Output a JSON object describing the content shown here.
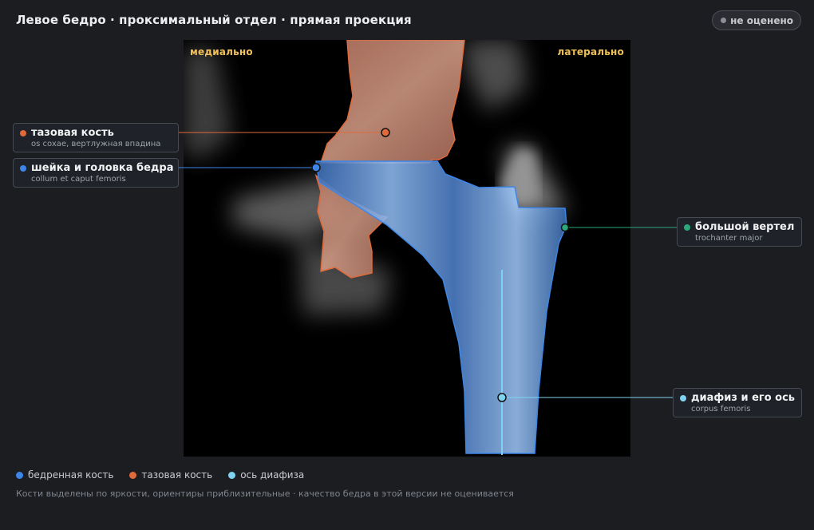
{
  "header": {
    "title": "Левое бедро · проксимальный отдел · прямая проекция",
    "status": "не оценено"
  },
  "viewer": {
    "orientation_left": "медиально",
    "orientation_right": "латерально"
  },
  "landmarks": {
    "pelvis": {
      "name": "тазовая кость",
      "latin": "os coxae, вертлужная впадина",
      "color": "#e06a3a"
    },
    "femoral_neck": {
      "name": "шейка и головка бедра",
      "latin": "collum et caput femoris",
      "color": "#3d86e8"
    },
    "trochanter": {
      "name": "большой вертел",
      "latin": "trochanter major",
      "color": "#2aa87a"
    },
    "shaft": {
      "name": "диафиз и его ось",
      "latin": "corpus femoris",
      "color": "#7fd3f0"
    }
  },
  "legend": [
    {
      "label": "бедренная кость",
      "color": "#3d86e8"
    },
    {
      "label": "тазовая кость",
      "color": "#e06a3a"
    },
    {
      "label": "ось диафиза",
      "color": "#7fd3f0"
    }
  ],
  "footnote": "Кости выделены по яркости, ориентиры приблизительные · качество бедра в этой версии не оценивается",
  "colors": {
    "femur_outline": "#3d86e8",
    "pelvis_outline": "#e06a3a",
    "axis": "#7fd3f0"
  }
}
